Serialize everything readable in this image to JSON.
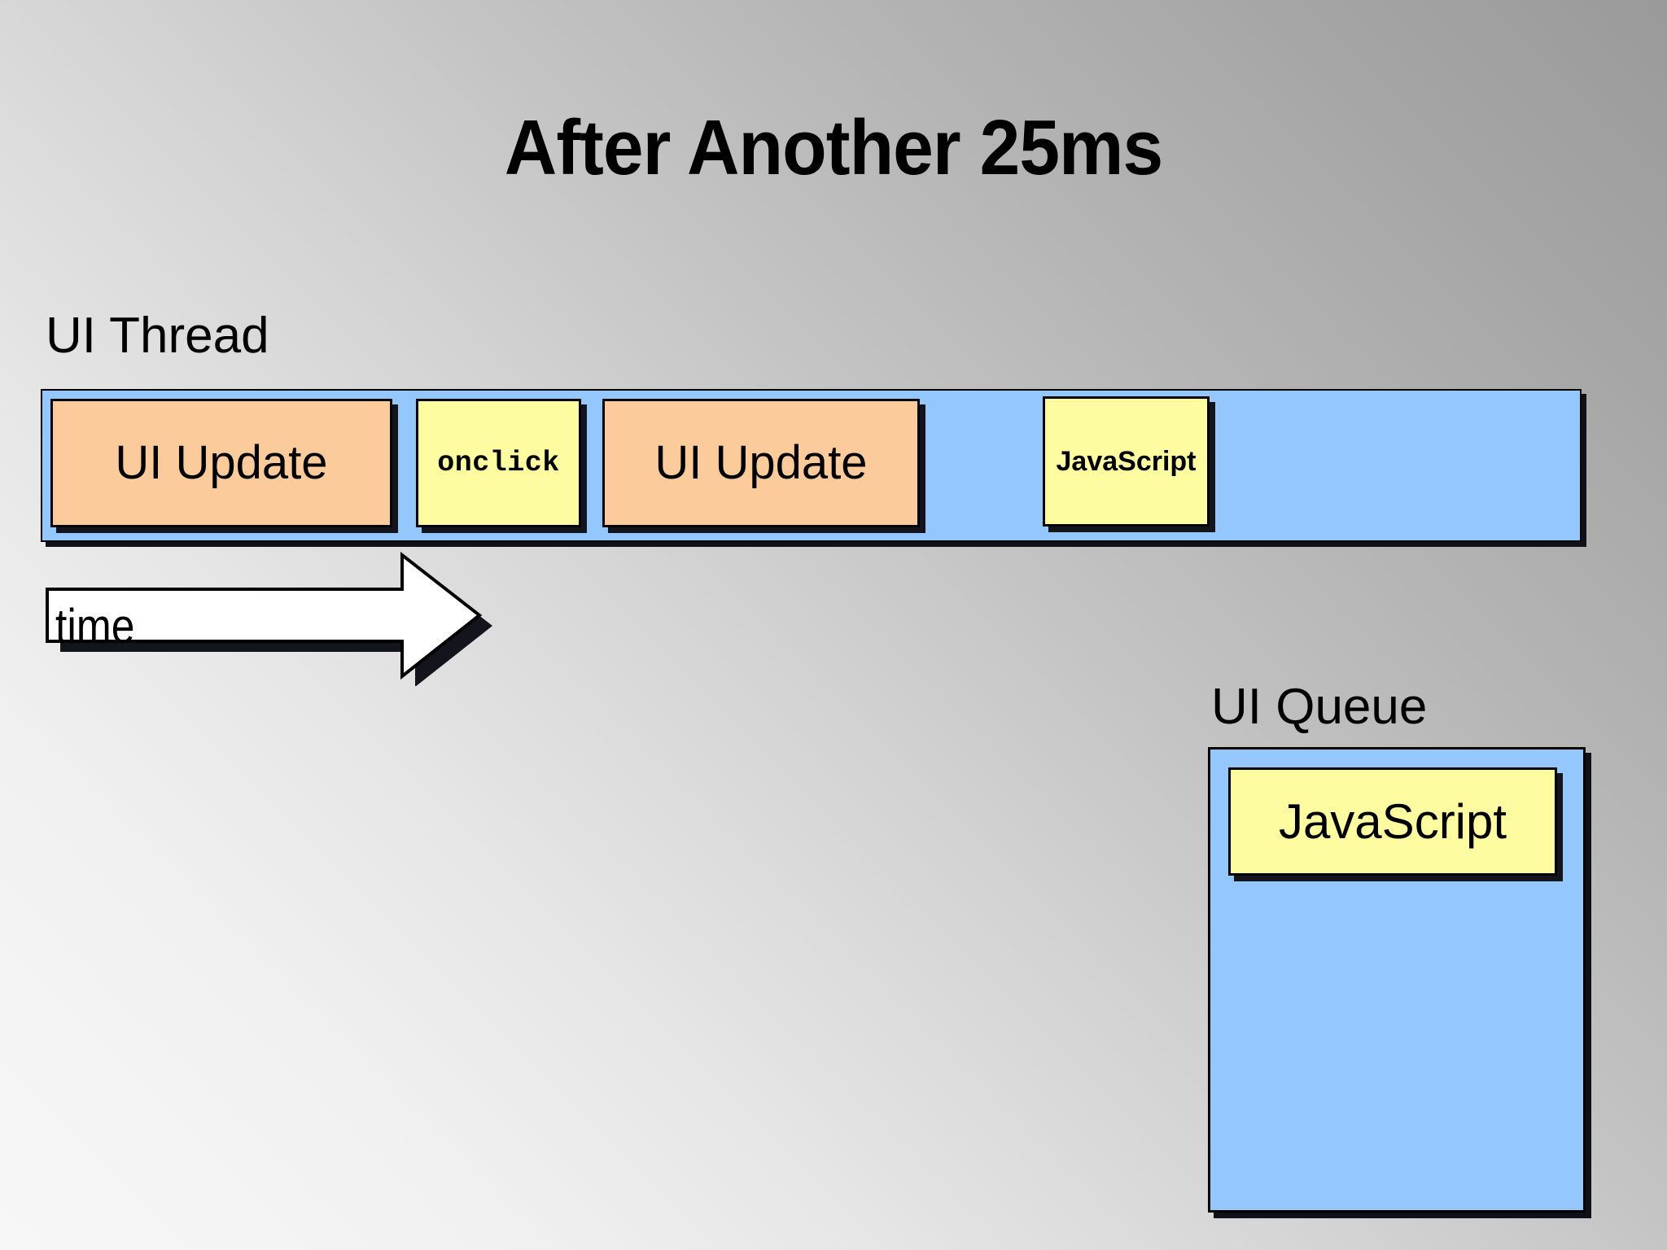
{
  "slide": {
    "title": "After Another 25ms",
    "background_from": "#9a9a9a",
    "background_to": "#f7f7f7"
  },
  "ui_thread": {
    "label": "UI Thread",
    "bar_color": "#93c7fe",
    "blocks": [
      {
        "label": "UI Update",
        "kind": "orange",
        "font": "sans"
      },
      {
        "label": "onclick",
        "kind": "yellow",
        "font": "mono"
      },
      {
        "label": "UI Update",
        "kind": "orange",
        "font": "sans"
      },
      {
        "label": "JavaScript",
        "kind": "yellow",
        "font": "sans-bold-small"
      }
    ]
  },
  "time_axis": {
    "label": "time",
    "direction": "right",
    "fill": "#ffffff",
    "stroke": "#000000"
  },
  "ui_queue": {
    "label": "UI Queue",
    "box_color": "#93c7fe",
    "items": [
      {
        "label": "JavaScript",
        "kind": "yellow"
      }
    ]
  },
  "palette": {
    "orange": "#fbcb9b",
    "yellow": "#fdfca0",
    "blue": "#93c7fe",
    "outline": "#000000",
    "shadow": "#14141c"
  }
}
